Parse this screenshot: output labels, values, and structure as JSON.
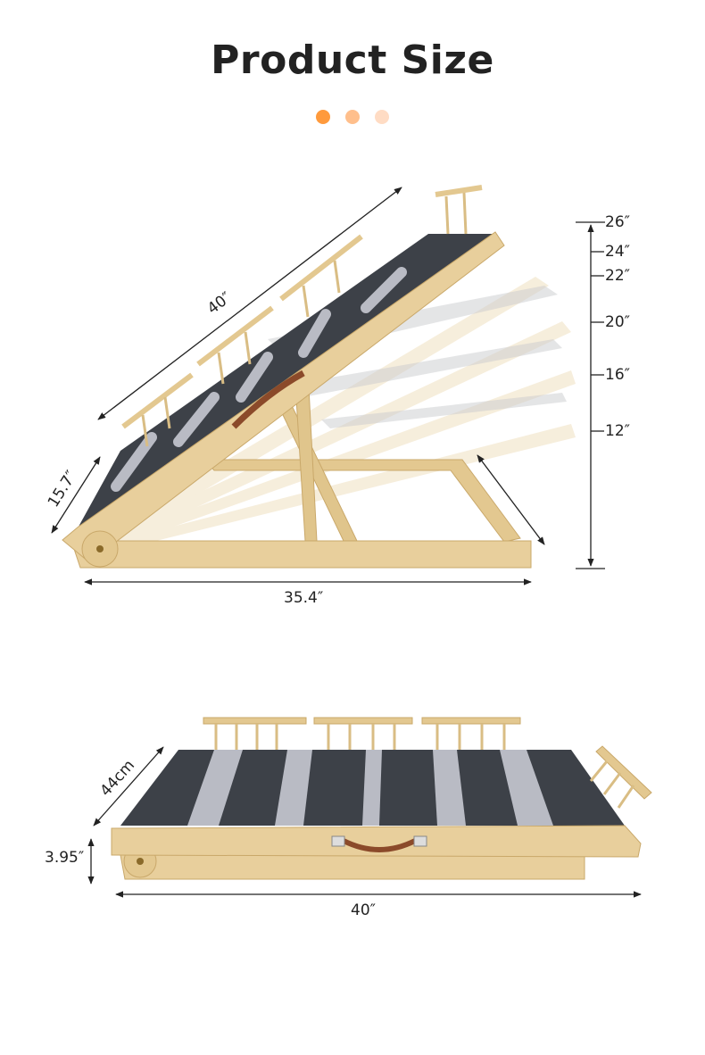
{
  "title": "Product Size",
  "dots": {
    "colors": [
      "#ff9a3c",
      "#ffbf8c",
      "#ffdcc4"
    ]
  },
  "inclined_ramp": {
    "length_label": "40″",
    "width_label": "15.7″",
    "base_length_label": "35.4″",
    "height_labels": [
      "26″",
      "24″",
      "22″",
      "20″",
      "16″",
      "12″"
    ]
  },
  "folded_ramp": {
    "width_label": "44cm",
    "height_label": "3.95″",
    "length_label": "40″"
  },
  "colors": {
    "wood": "#e8cf9c",
    "wood_dark": "#c9a86a",
    "carpet": "#3d4148",
    "strip": "#b9bbc4"
  }
}
